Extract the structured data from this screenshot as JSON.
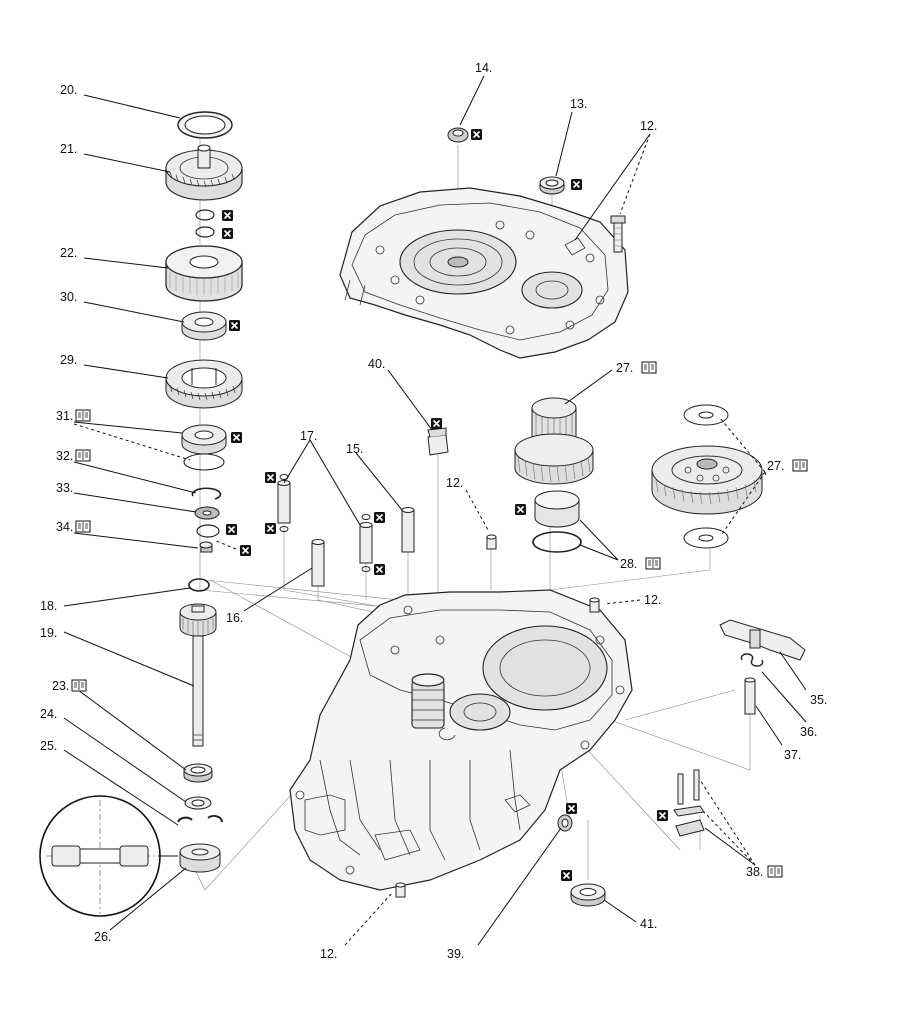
{
  "labels": {
    "l12": "12.",
    "l13": "13.",
    "l14": "14.",
    "l15": "15.",
    "l16": "16.",
    "l17": "17.",
    "l18": "18.",
    "l19": "19.",
    "l20": "20.",
    "l21": "21.",
    "l22": "22.",
    "l23": "23.",
    "l24": "24.",
    "l25": "25.",
    "l26": "26.",
    "l27": "27.",
    "l28": "28.",
    "l29": "29.",
    "l30": "30.",
    "l31": "31.",
    "l32": "32.",
    "l33": "33.",
    "l34": "34.",
    "l35": "35.",
    "l36": "36.",
    "l37": "37.",
    "l38": "38.",
    "l39": "39.",
    "l40": "40.",
    "l41": "41."
  },
  "icons": {
    "replace": "replace-part-x-icon",
    "manual": "manual-book-icon"
  }
}
